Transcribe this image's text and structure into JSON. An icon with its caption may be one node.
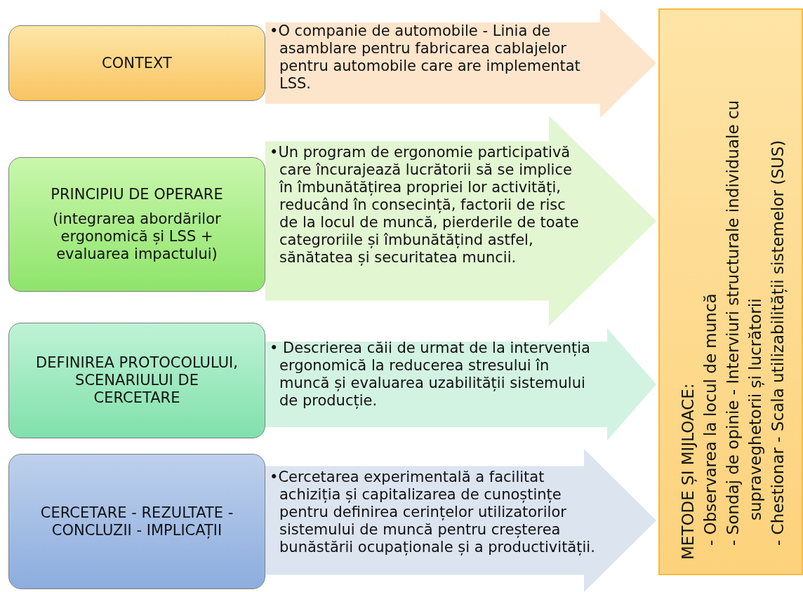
{
  "diagram": {
    "nodes": [
      {
        "text": [
          "CONTEXT"
        ]
      },
      {
        "text": [
          "PRINCIPIU DE OPERARE",
          "(integrarea abordărilor ergonomică și LSS + evaluarea impactului)"
        ]
      },
      {
        "text": [
          "DEFINIREA PROTOCOLULUI, SCENARIULUI DE CERCETARE"
        ]
      },
      {
        "text": [
          "CERCETARE - REZULTATE - CONCLUZII - IMPLICAȚII"
        ]
      },
      {
        "text": [
          "METODE ȘI MIJLOACE:",
          "- Observarea la locul de muncă",
          "- Sondaj de opinie - Interviuri structurale individuale cu supraveghetorii și lucrătorii",
          "- Chestionar - Scala utilizabilității sistemelor (SUS)"
        ]
      }
    ],
    "edges": [
      {
        "from": 0,
        "to": 4,
        "arrow": "to",
        "label": "•O companie de automobile - Linia de asamblare pentru fabricarea cablajelor pentru automobile care are implementat LSS.",
        "color": "#fde5cc"
      },
      {
        "from": 1,
        "to": 4,
        "arrow": "to",
        "label": "•Un program de ergonomie participativă care încurajează lucrătorii să se implice în îmbunătățirea propriei lor activități, reducând în consecință, factorii de risc de la locul de muncă, pierderile de toate categroriile și îmbunătățind astfel, sănătatea și securitatea muncii.",
        "style": "thick",
        "color": "#e2f6d2"
      },
      {
        "from": 2,
        "to": 4,
        "arrow": "to",
        "label": "• Descrierea căii de urmat de la intervenția ergonomică la reducerea stresului în muncă și evaluarea uzabilității sistemului de producție.",
        "color": "#d3f3e2"
      },
      {
        "from": 3,
        "to": 4,
        "arrow": "to",
        "label": "•Cercetarea experimentală a facilitat achiziția și capitalizarea de cunoștințe pentru definirea cerințelor utilizatorilor sistemului de muncă pentru creșterea bunăstării ocupaționale și a productivității.",
        "color": "#dce4f0"
      }
    ]
  }
}
